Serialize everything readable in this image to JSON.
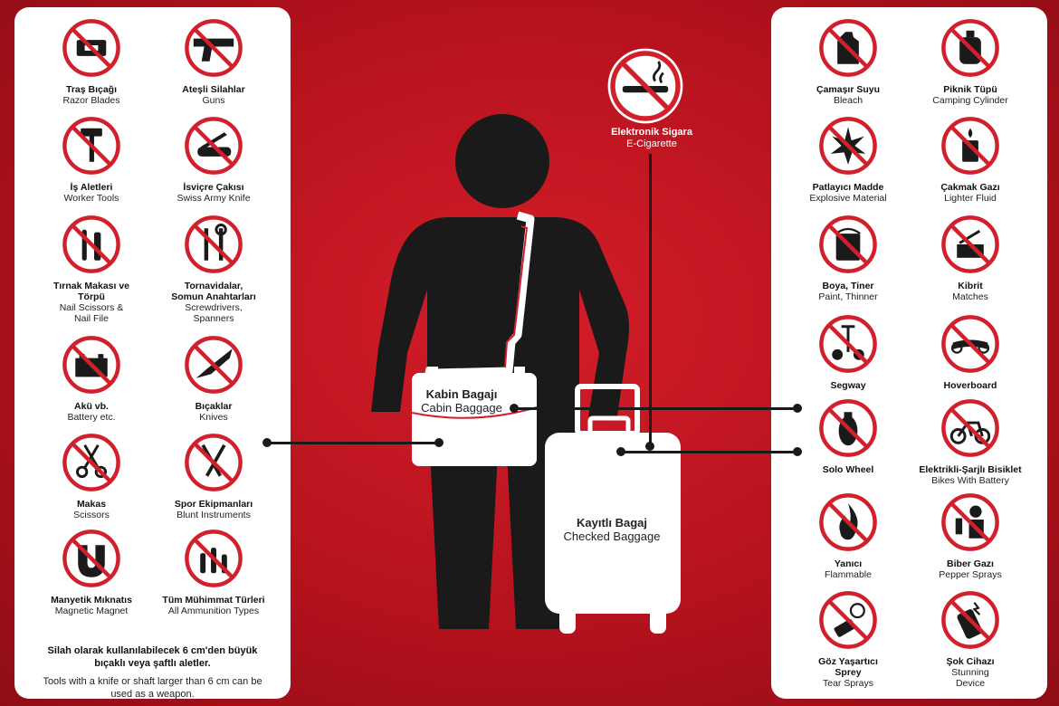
{
  "left_items": [
    {
      "tr": "Traş Bıçağı",
      "en": "Razor Blades",
      "icon": "razor-blade-icon"
    },
    {
      "tr": "Ateşli Silahlar",
      "en": "Guns",
      "icon": "gun-icon"
    },
    {
      "tr": "İş Aletleri",
      "en": "Worker Tools",
      "icon": "hammer-icon"
    },
    {
      "tr": "İsviçre Çakısı",
      "en": "Swiss Army Knife",
      "icon": "swiss-knife-icon"
    },
    {
      "tr": "Tırnak Makası ve\nTörpü",
      "en": "Nail Scissors &\nNail File",
      "icon": "nail-file-icon"
    },
    {
      "tr": "Tornavidalar,\nSomun Anahtarları",
      "en": "Screwdrivers,\nSpanners",
      "icon": "screwdriver-icon"
    },
    {
      "tr": "Akü vb.",
      "en": "Battery etc.",
      "icon": "battery-icon"
    },
    {
      "tr": "Bıçaklar",
      "en": "Knives",
      "icon": "knife-icon"
    },
    {
      "tr": "Makas",
      "en": "Scissors",
      "icon": "scissors-icon"
    },
    {
      "tr": "Spor Ekipmanları",
      "en": "Blunt Instruments",
      "icon": "golf-club-icon"
    },
    {
      "tr": "Manyetik Mıknatıs",
      "en": "Magnetic Magnet",
      "icon": "magnet-icon"
    },
    {
      "tr": "Tüm Mühimmat Türleri",
      "en": "All Ammunition Types",
      "icon": "bullets-icon"
    }
  ],
  "right_items": [
    {
      "tr": "Çamaşır Suyu",
      "en": "Bleach",
      "icon": "bleach-bottle-icon"
    },
    {
      "tr": "Piknik Tüpü",
      "en": "Camping Cylinder",
      "icon": "gas-cylinder-icon"
    },
    {
      "tr": "Patlayıcı Madde",
      "en": "Explosive Material",
      "icon": "explosive-icon"
    },
    {
      "tr": "Çakmak Gazı",
      "en": "Lighter Fluid",
      "icon": "lighter-icon"
    },
    {
      "tr": "Boya, Tiner",
      "en": "Paint, Thinner",
      "icon": "paint-can-icon"
    },
    {
      "tr": "Kibrit",
      "en": "Matches",
      "icon": "matches-icon"
    },
    {
      "tr": "Segway",
      "en": "",
      "icon": "segway-icon"
    },
    {
      "tr": "Hoverboard",
      "en": "",
      "icon": "hoverboard-icon"
    },
    {
      "tr": "Solo Wheel",
      "en": "",
      "icon": "solo-wheel-icon"
    },
    {
      "tr": "Elektrikli-Şarjlı Bisiklet",
      "en": "Bikes With Battery",
      "icon": "electric-bike-icon"
    },
    {
      "tr": "Yanıcı",
      "en": "Flammable",
      "icon": "flame-icon"
    },
    {
      "tr": "Biber Gazı",
      "en": "Pepper Sprays",
      "icon": "pepper-spray-icon"
    },
    {
      "tr": "Göz Yaşartıcı\nSprey",
      "en": "Tear Sprays",
      "icon": "tear-spray-icon"
    },
    {
      "tr": "Şok Cihazı",
      "en": "Stunning\nDevice",
      "icon": "stun-device-icon"
    }
  ],
  "note": {
    "tr": "Silah olarak kullanılabilecek 6 cm'den büyük bıçaklı veya şaftlı aletler.",
    "en": "Tools with a knife or shaft larger than 6 cm can be used as a weapon."
  },
  "ecig": {
    "tr": "Elektronik Sigara",
    "en": "E-Cigarette",
    "icon": "e-cigarette-icon"
  },
  "cabin": {
    "tr": "Kabin Bagajı",
    "en": "Cabin Baggage"
  },
  "checked": {
    "tr": "Kayıtlı Bagaj",
    "en": "Checked Baggage"
  },
  "colors": {
    "red": "#d1202c",
    "black": "#1a1a1a",
    "white": "#ffffff"
  }
}
